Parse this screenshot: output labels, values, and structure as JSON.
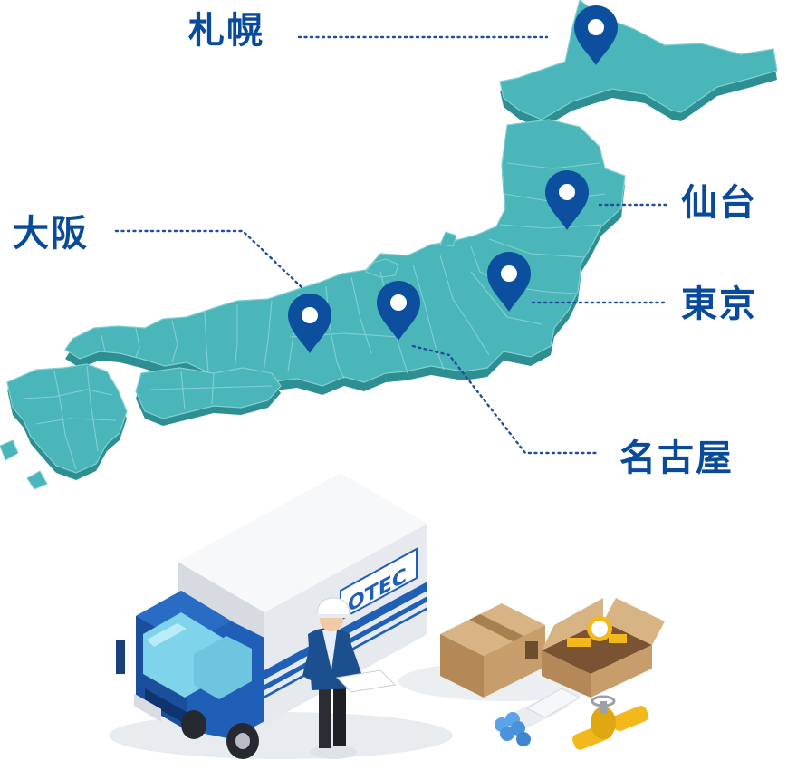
{
  "colors": {
    "map_top": "#4bb6b9",
    "map_side": "#2e8f92",
    "map_border": "#7fd0d2",
    "pin": "#0b4f9e",
    "label": "#0a4a9a",
    "leader_line": "#1e4f9a",
    "truck_cab": "#1f5fb8",
    "truck_box": "#f2f4f7",
    "cardboard": "#c8a070",
    "brass": "#f2b81c"
  },
  "cities": [
    {
      "key": "sapporo",
      "name": "札幌"
    },
    {
      "key": "sendai",
      "name": "仙台"
    },
    {
      "key": "osaka",
      "name": "大阪"
    },
    {
      "key": "tokyo",
      "name": "東京"
    },
    {
      "key": "nagoya",
      "name": "名古屋"
    }
  ],
  "truck": {
    "logo": "OTEC"
  }
}
